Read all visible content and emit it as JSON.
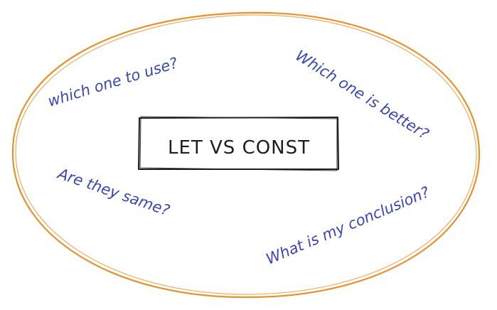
{
  "center": {
    "label": "LET VS CONST"
  },
  "questions": {
    "q1": "which one to use?",
    "q2": "Which one is better?",
    "q3": "Are they same?",
    "q4": "What is my conclusion?"
  },
  "colors": {
    "ellipse_stroke": "#e8912d",
    "box_stroke": "#1e1e1e",
    "text_question": "#3a47b8",
    "text_center": "#1e1e1e"
  }
}
